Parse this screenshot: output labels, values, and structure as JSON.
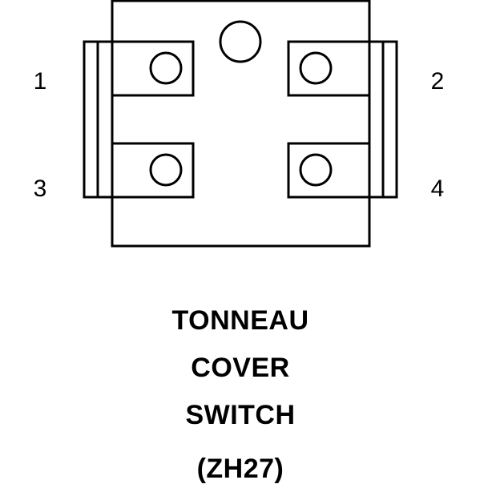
{
  "connector": {
    "pins": [
      {
        "id": "1",
        "label": "1"
      },
      {
        "id": "2",
        "label": "2"
      },
      {
        "id": "3",
        "label": "3"
      },
      {
        "id": "4",
        "label": "4"
      }
    ]
  },
  "caption": {
    "line1": "TONNEAU",
    "line2": "COVER",
    "line3": "SWITCH",
    "code": "(ZH27)"
  },
  "colors": {
    "stroke": "#000000",
    "background": "#ffffff"
  }
}
